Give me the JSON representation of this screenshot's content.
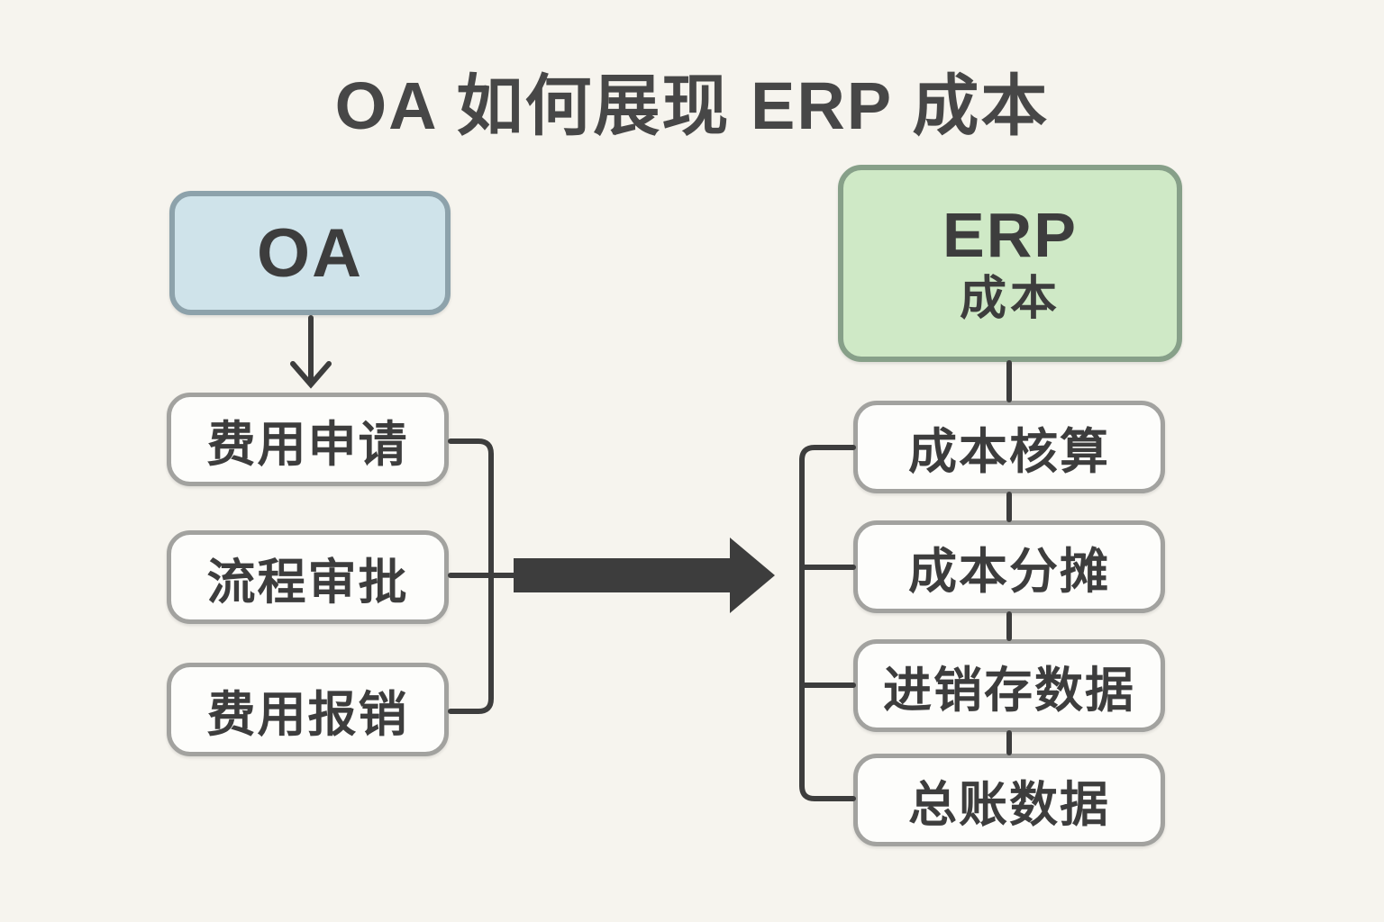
{
  "title": "OA 如何展现 ERP 成本",
  "diagram": {
    "left": {
      "root": {
        "label": "OA"
      },
      "children": [
        {
          "label": "费用申请"
        },
        {
          "label": "流程审批"
        },
        {
          "label": "费用报销"
        }
      ]
    },
    "right": {
      "root": {
        "label_line1": "ERP",
        "label_line2": "成本"
      },
      "children": [
        {
          "label": "成本核算"
        },
        {
          "label": "成本分摊"
        },
        {
          "label": "进销存数据"
        },
        {
          "label": "总账数据"
        }
      ]
    },
    "flow": {
      "from": "OA",
      "to": "ERP 成本",
      "connector": "big-right-arrow"
    }
  },
  "colors": {
    "bg": "#f6f4ee",
    "ink": "#3d3d3d",
    "title_color": "#474747",
    "oa_fill": "#cfe3ea",
    "oa_border": "#8da2ab",
    "erp_fill": "#cfe9c6",
    "erp_border": "#87a089",
    "node_fill": "#fdfdfb",
    "node_border": "#a2a29f"
  }
}
